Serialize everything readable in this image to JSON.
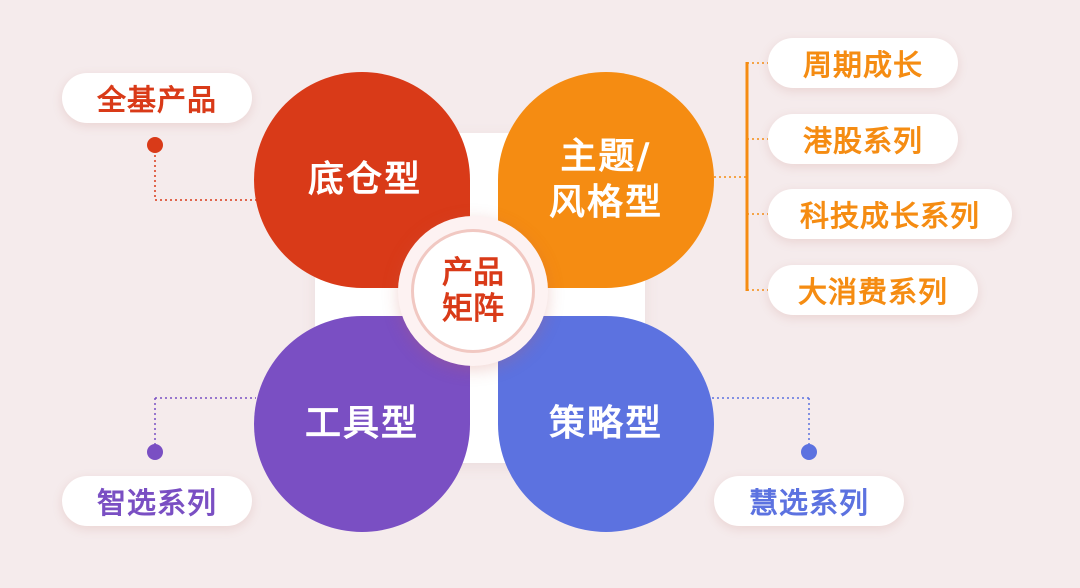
{
  "center": {
    "line1": "产品",
    "line2": "矩阵",
    "color": "#d93a18"
  },
  "petals": {
    "top_left": {
      "label": "底仓型",
      "color": "#d93a18"
    },
    "top_right": {
      "line1": "主题/",
      "line2": "风格型",
      "color": "#f58c12"
    },
    "bottom_left": {
      "label": "工具型",
      "color": "#7a4fc3"
    },
    "bottom_right": {
      "label": "策略型",
      "color": "#5c72e0"
    }
  },
  "tags": {
    "base_all": {
      "label": "全基产品",
      "color": "#d93a18"
    },
    "theme_series": [
      {
        "label": "周期成长"
      },
      {
        "label": "港股系列"
      },
      {
        "label": "科技成长系列"
      },
      {
        "label": "大消费系列"
      }
    ],
    "theme_color": "#f58c12",
    "tool_select": {
      "label": "智选系列",
      "color": "#7a4fc3"
    },
    "strategy_select": {
      "label": "慧选系列",
      "color": "#5c72e0"
    }
  }
}
